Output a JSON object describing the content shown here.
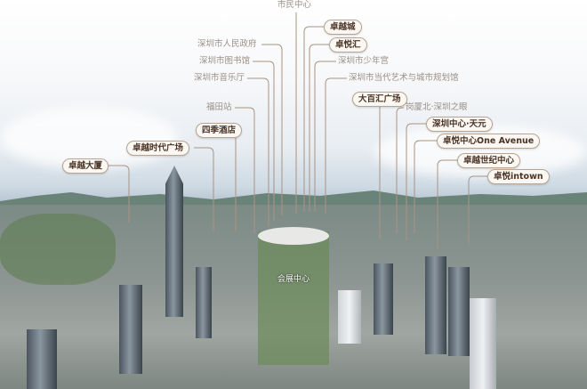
{
  "labels_plain": {
    "civic_center": "市民中心",
    "gov": "深圳市人民政府",
    "library": "深圳市图书馆",
    "concert_hall": "深圳市音乐厅",
    "futian_station": "福田站",
    "youth_palace": "深圳市少年宫",
    "moca": "深圳市当代艺术与城市规划馆",
    "gangxia": "岗厦北·深圳之眼"
  },
  "labels_highlight": {
    "zhuoyue_city": "卓越城",
    "zhuoyue_hui": "卓悦汇",
    "dabaihui": "大百汇广场",
    "sz_center": "深圳中心·天元",
    "one_avenue": "卓悦中心One Avenue",
    "century_center": "卓越世纪中心",
    "intown": "卓悦intown",
    "four_seasons": "四季酒店",
    "times_square": "卓越时代广场",
    "zhuoyue_tower": "卓越大厦"
  },
  "photo_label": "会展中心",
  "colors": {
    "line": "#a89484",
    "pill_border": "#b8a493",
    "pill_text": "#4a3426",
    "plain_text": "#9a8f86"
  }
}
